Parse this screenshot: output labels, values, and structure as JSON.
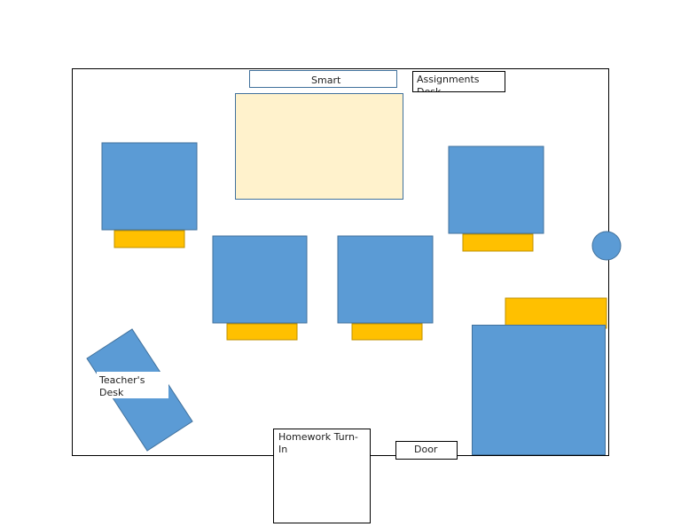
{
  "labels": {
    "smart_board": "Smart",
    "assignments": "Assignments",
    "assignments_cut": "Desk",
    "teachers_desk_line1": "Teacher's",
    "teachers_desk_line2": "Desk",
    "homework_line1": "Homework Turn-",
    "homework_line2": "In",
    "door": "Door"
  },
  "colors": {
    "desk_fill": "#5b9bd5",
    "desk_stroke": "#41719c",
    "chair_fill": "#ffc000",
    "chair_stroke": "#bf9000",
    "board_fill": "#fff2cc",
    "outline": "#000000"
  }
}
